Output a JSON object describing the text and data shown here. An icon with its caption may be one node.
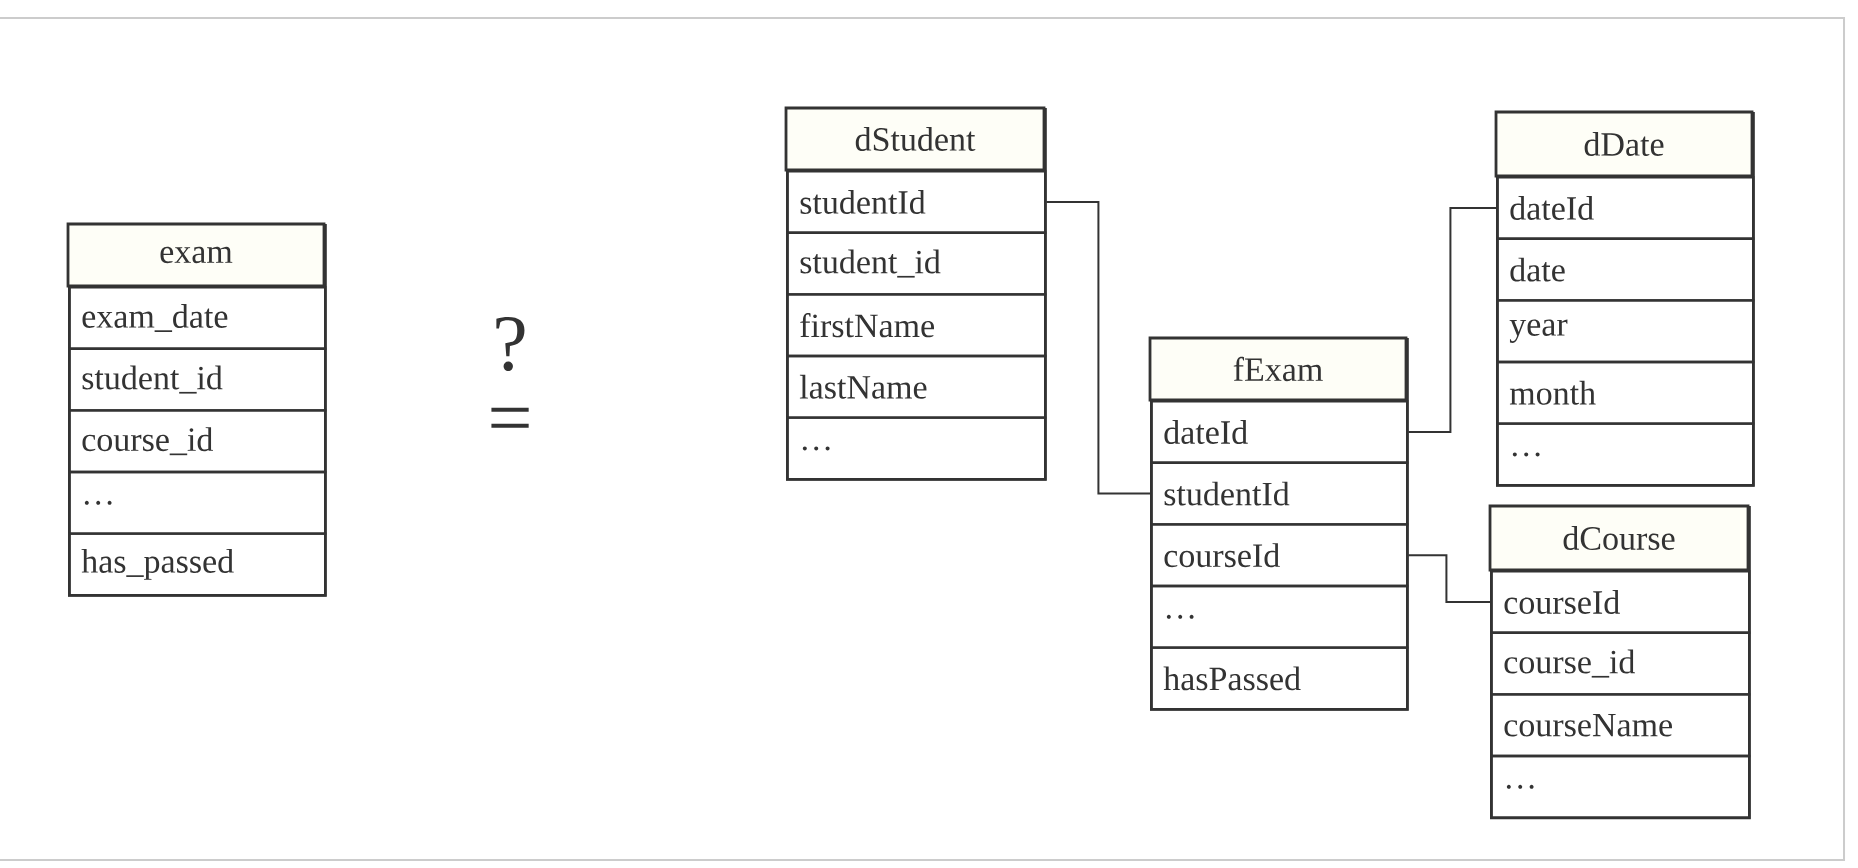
{
  "diagram": {
    "nodes": [
      {
        "text": [
          "exam"
        ]
      },
      {
        "text": [
          "exam_date"
        ],
        "in": 0
      },
      {
        "text": [
          "student_id"
        ],
        "in": 0
      },
      {
        "text": [
          "course_id"
        ],
        "in": 0
      },
      {
        "text": [
          "…"
        ],
        "in": 0
      },
      {
        "text": [
          "has_passed"
        ],
        "in": 0
      },
      {
        "text": [
          "dStudent"
        ]
      },
      {
        "text": [
          "studentId"
        ],
        "in": 6
      },
      {
        "text": [
          "student_id"
        ],
        "in": 6
      },
      {
        "text": [
          "firstName"
        ],
        "in": 6
      },
      {
        "text": [
          "lastName"
        ],
        "in": 6
      },
      {
        "text": [
          "…"
        ],
        "in": 6
      },
      {
        "text": [
          "fExam"
        ]
      },
      {
        "text": [
          "dateId"
        ],
        "in": 12
      },
      {
        "text": [
          "studentId"
        ],
        "in": 12
      },
      {
        "text": [
          "courseId"
        ],
        "in": 12
      },
      {
        "text": [
          "…"
        ],
        "in": 12
      },
      {
        "text": [
          "hasPassed"
        ],
        "in": 12
      },
      {
        "text": [
          "dDate"
        ]
      },
      {
        "text": [
          "dateId"
        ],
        "in": 18
      },
      {
        "text": [
          "date"
        ],
        "in": 18
      },
      {
        "text": [
          "year"
        ],
        "in": 18
      },
      {
        "text": [
          "month"
        ],
        "in": 18
      },
      {
        "text": [
          "…"
        ],
        "in": 18
      },
      {
        "text": [
          "dCourse"
        ]
      },
      {
        "text": [
          "courseId"
        ],
        "in": 24
      },
      {
        "text": [
          "course_id"
        ],
        "in": 24
      },
      {
        "text": [
          "courseName"
        ],
        "in": 24
      },
      {
        "text": [
          "…"
        ],
        "in": 24
      }
    ],
    "edges": [
      {
        "from": 7,
        "to": 14,
        "arrow": "none"
      },
      {
        "from": 13,
        "to": 19,
        "arrow": "none"
      },
      {
        "from": 15,
        "to": 25,
        "arrow": "none"
      }
    ],
    "labels": [
      "?",
      "="
    ]
  }
}
